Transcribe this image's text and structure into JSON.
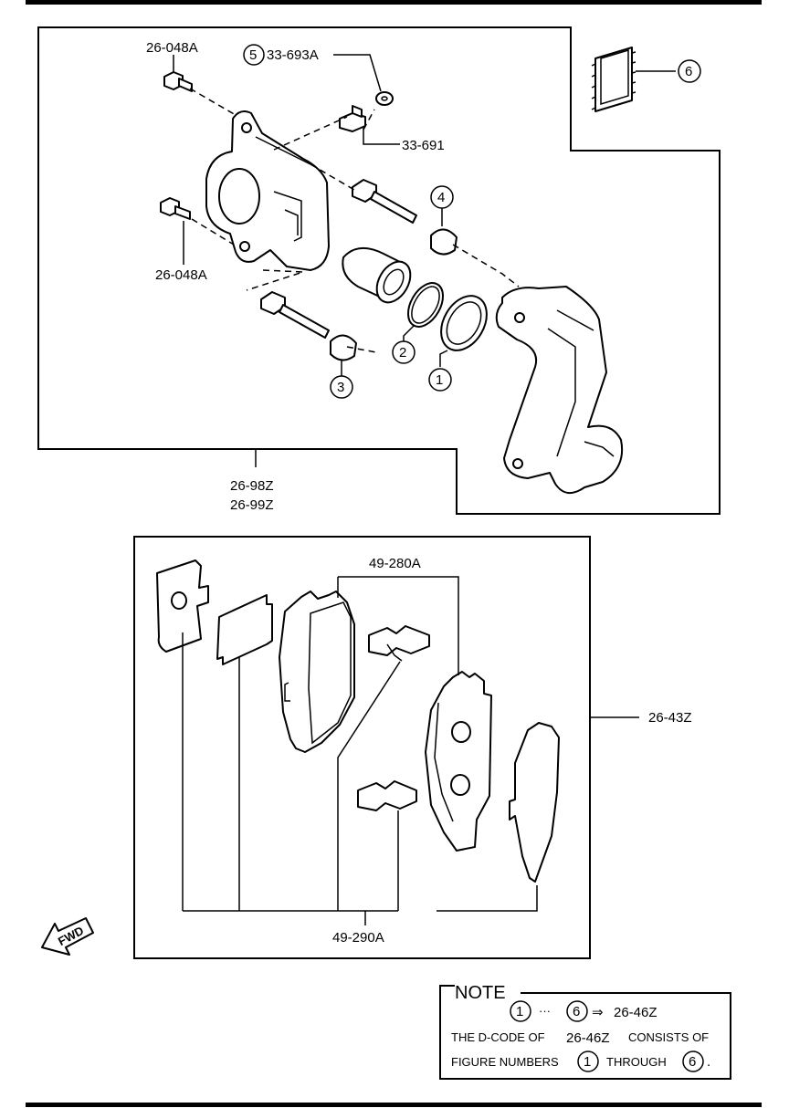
{
  "callouts": {
    "bolt_top": "26-048A",
    "bolt_left": "26-048A",
    "washer": "33-693A",
    "bleeder": "33-691",
    "caliper_assy_1": "26-98Z",
    "caliper_assy_2": "26-99Z",
    "pads_top": "49-280A",
    "pads_kit": "26-43Z",
    "pads_bottom": "49-290A",
    "fwd": "FWD"
  },
  "figure_numbers": {
    "n1": "1",
    "n2": "2",
    "n3": "3",
    "n4": "4",
    "n5": "5",
    "n6": "6"
  },
  "note": {
    "title": "NOTE",
    "range_from": "1",
    "ellipsis": "···",
    "range_to": "6",
    "arrow": "⇒",
    "code": "26-46Z",
    "line2_prefix": "THE D-CODE OF",
    "line2_code": "26-46Z",
    "line2_suffix": "CONSISTS OF",
    "line3_prefix": "FIGURE NUMBERS",
    "line3_from": "1",
    "line3_through": "THROUGH",
    "line3_to": "6",
    "line3_end": "."
  },
  "colors": {
    "ink": "#000000",
    "paper": "#ffffff"
  }
}
